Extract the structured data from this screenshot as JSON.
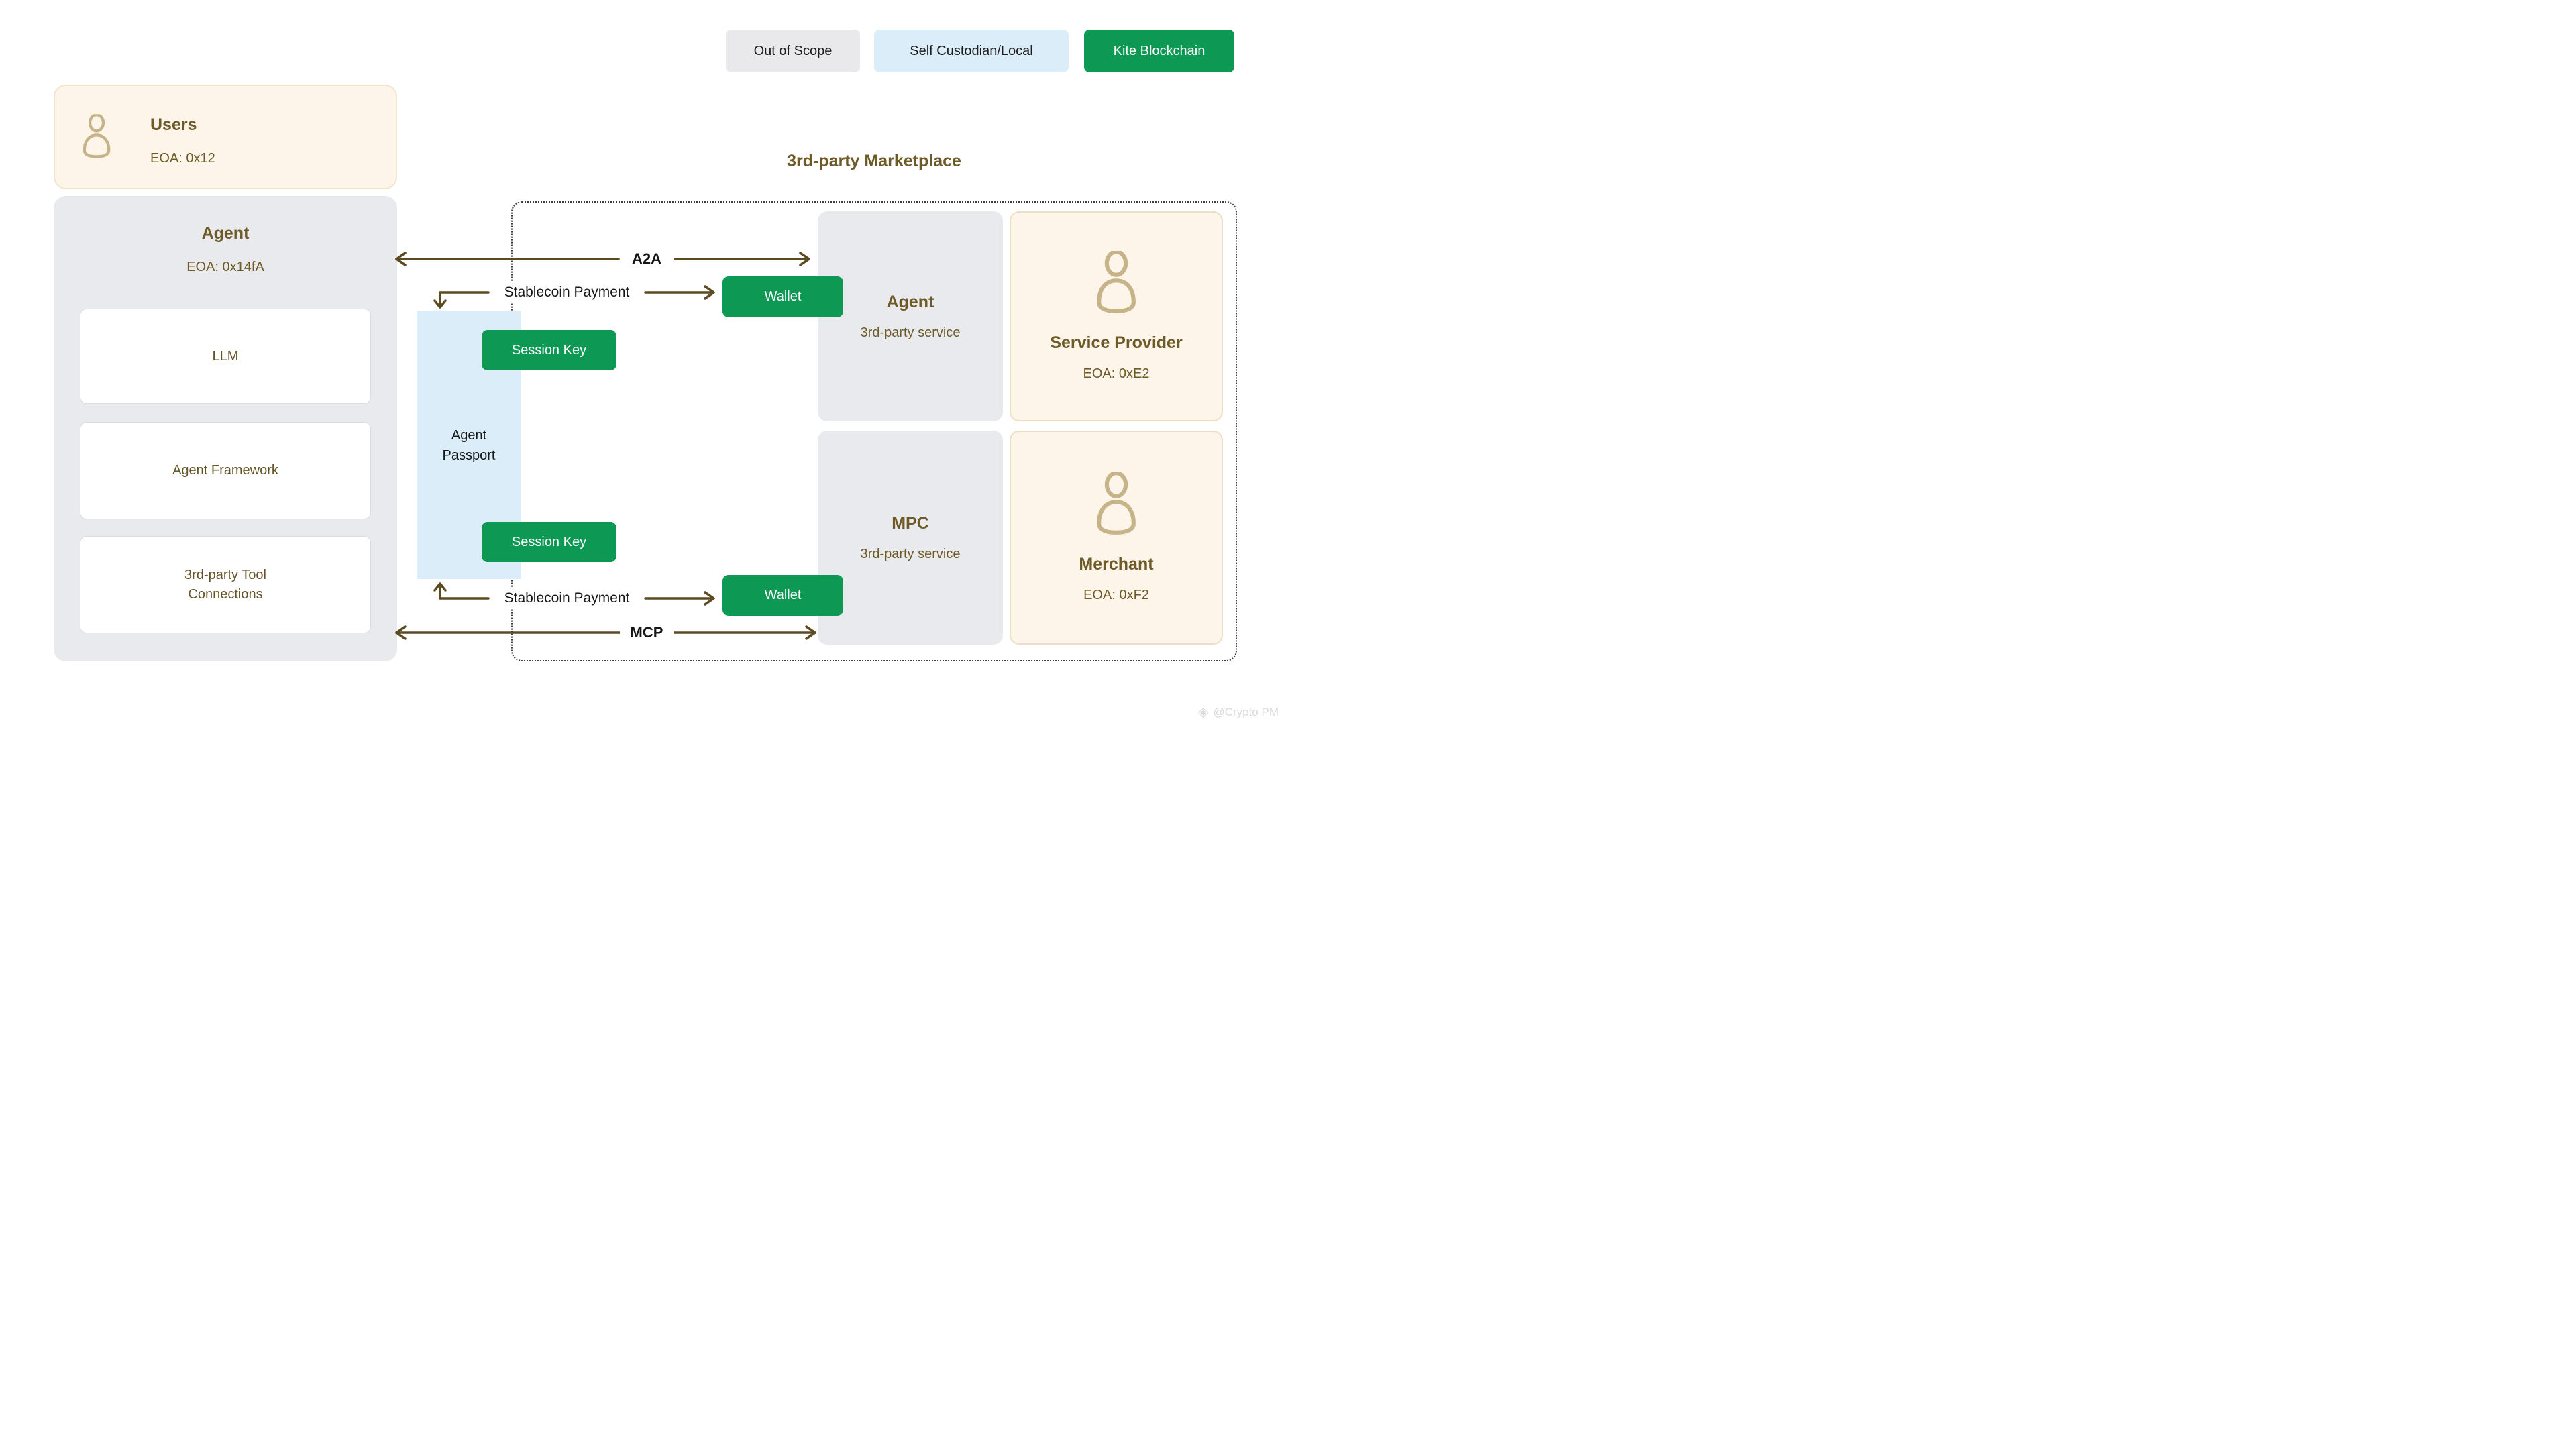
{
  "legend": {
    "items": [
      {
        "label": "Out of Scope",
        "bg": "#e9e9eb"
      },
      {
        "label": "Self Custodian/Local",
        "bg": "#dcedfa"
      },
      {
        "label": "Kite Blockchain",
        "bg": "#0d9853"
      }
    ]
  },
  "users": {
    "title": "Users",
    "eoa": "EOA: 0x12"
  },
  "agent": {
    "title": "Agent",
    "eoa": "EOA: 0x14fA",
    "components": [
      "LLM",
      "Agent Framework",
      "3rd-party Tool Connections"
    ]
  },
  "passport": {
    "label": "Agent Passport"
  },
  "flows": {
    "session_key_top": "Session Key",
    "session_key_bottom": "Session Key",
    "wallet_top": "Wallet",
    "wallet_bottom": "Wallet",
    "a2a": "A2A",
    "mcp": "MCP",
    "stablecoin_top": "Stablecoin Payment",
    "stablecoin_bottom": "Stablecoin Payment"
  },
  "marketplace": {
    "title": "3rd-party Marketplace",
    "agent": {
      "title": "Agent",
      "subtitle": "3rd-party service"
    },
    "service_provider": {
      "title": "Service Provider",
      "eoa": "EOA: 0xE2"
    },
    "mpc": {
      "title": "MPC",
      "subtitle": "3rd-party service"
    },
    "merchant": {
      "title": "Merchant",
      "eoa": "EOA: 0xF2"
    }
  },
  "watermark": {
    "text": "@Crypto PM"
  },
  "colors": {
    "kite_green": "#0d9853",
    "out_of_scope_gray": "#e9e9eb",
    "custodian_blue": "#dcedfa",
    "cream_panel": "#fdf5ea",
    "arrow_brown": "#5c4b22",
    "title_brown": "#6d5a26",
    "icon_tan": "#c6b387"
  }
}
